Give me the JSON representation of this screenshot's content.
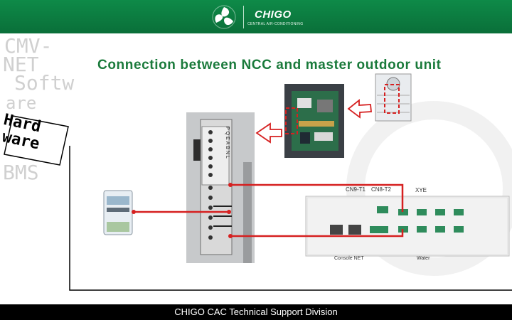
{
  "header": {
    "brand": "CHIGO",
    "brand_sub": "CENTRAL AIR-CONDITIONING",
    "brand_color": "#0e8a48"
  },
  "sidebar": {
    "words": [
      "CMV-",
      "NET",
      "Softw",
      "are",
      "BMS"
    ],
    "hard_line1": "Hard",
    "hard_line2": "ware"
  },
  "slide": {
    "title": "Connection between NCC and master outdoor unit"
  },
  "diagram": {
    "gateway_labels": [
      "CN9-T1",
      "CN8-T2",
      "XYE",
      "Console NET",
      "Water"
    ],
    "terminal_labels": [
      "P",
      "Q",
      "E",
      "A",
      "B",
      "N",
      "L"
    ],
    "accent_color": "#d62020",
    "icons": [
      "outdoor-unit-photo",
      "pcb-photo",
      "terminal-block-photo",
      "power-meter-photo",
      "gateway-device-photo"
    ]
  },
  "footer": {
    "text": "CHIGO CAC Technical Support Division"
  }
}
